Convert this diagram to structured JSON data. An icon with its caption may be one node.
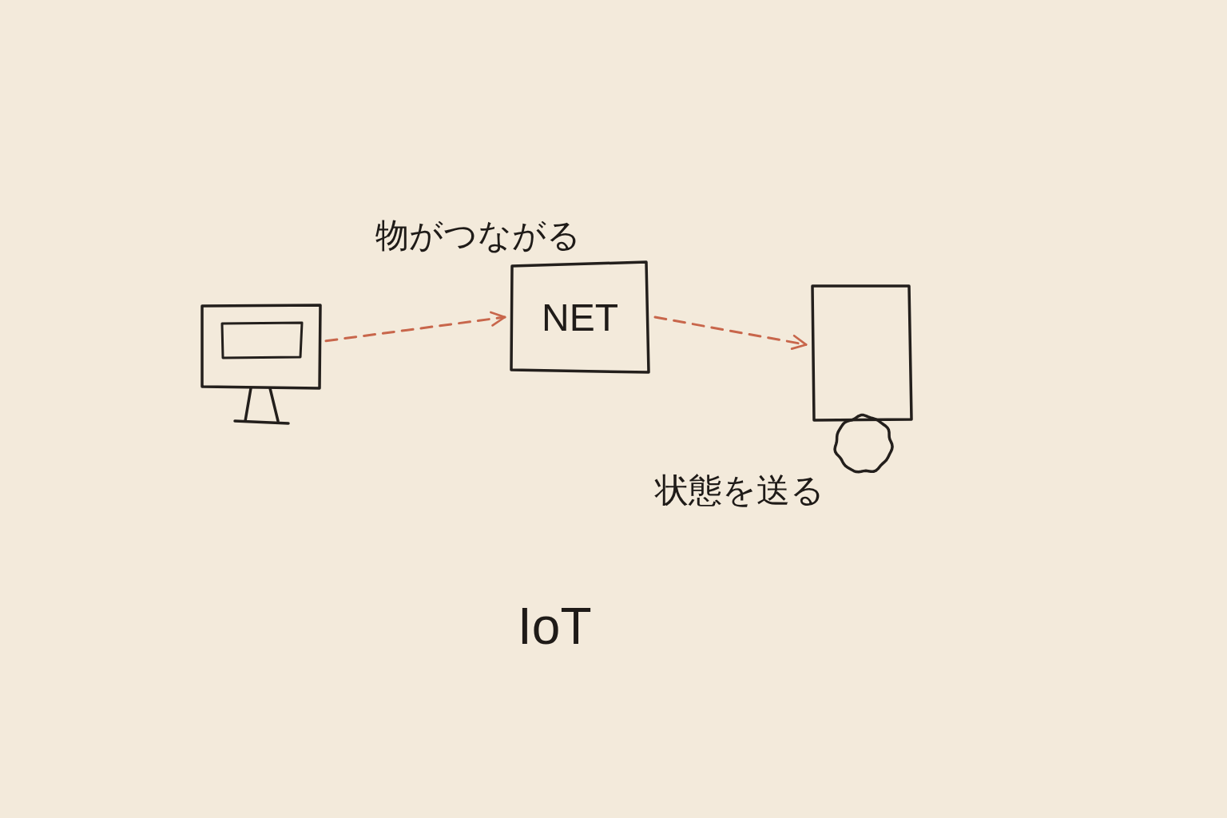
{
  "diagram": {
    "title": "IoT",
    "nodes": [
      {
        "text": [],
        "shape": "picture"
      },
      {
        "text": [
          "NET"
        ]
      },
      {
        "text": [],
        "shape": "box"
      },
      {
        "text": [],
        "shape": "circle"
      }
    ],
    "edges": [
      {
        "from": 0,
        "to": 1,
        "arrow": "to",
        "style": "dashed"
      },
      {
        "from": 1,
        "to": 2,
        "arrow": "to",
        "style": "dashed"
      }
    ],
    "labels": [
      "物がつながる",
      "状態を送る"
    ]
  }
}
